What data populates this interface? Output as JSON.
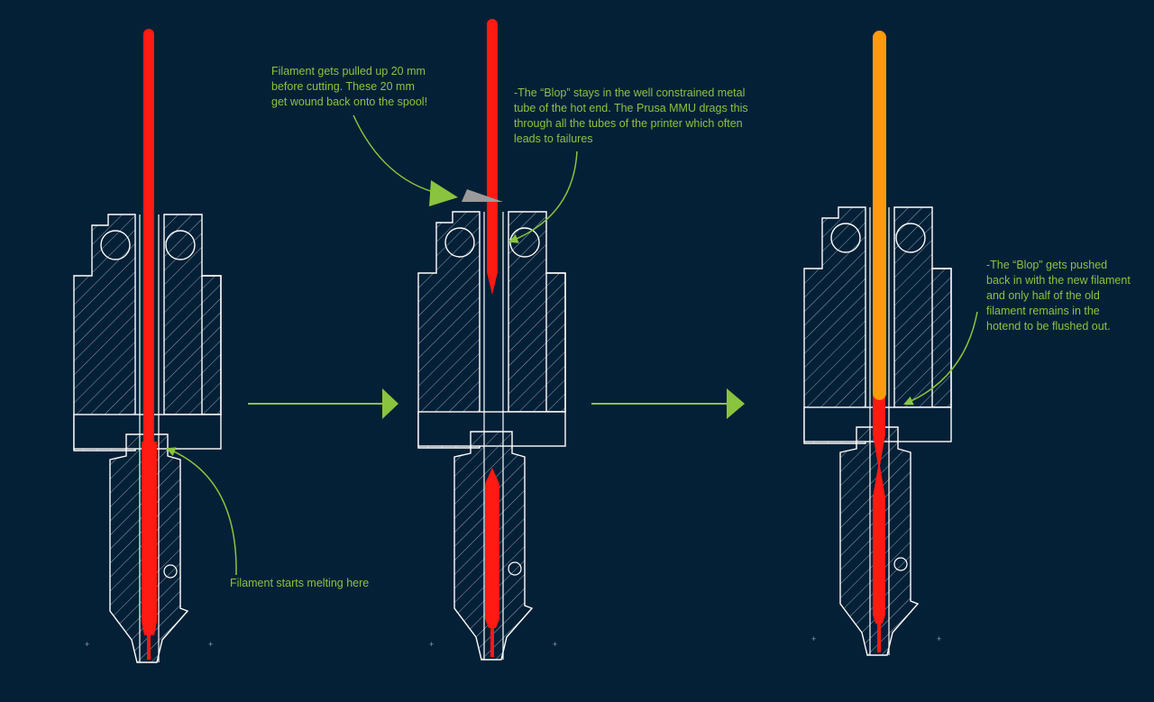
{
  "annotations": {
    "filament_pulled_up": "Filament gets pulled up 20 mm\nbefore cutting. These 20 mm\nget wound back onto the spool!",
    "blop_stays": "-The “Blop” stays in the well constrained metal\ntube of the hot end. The Prusa MMU drags this\nthrough all the tubes of the printer which often\nleads to failures",
    "filament_starts_melting": "Filament starts melting here",
    "blop_pushed_back": "-The “Blop” gets pushed\nback in with the new filament\nand only half of the old\nfilament remains in the\nhotend to be flushed out."
  },
  "colors": {
    "background": "#042036",
    "outline": "#ffffff",
    "annotation": "#8ac43f",
    "old_filament": "#ff1a12",
    "new_filament": "#ff9a0c",
    "cutter": "#9b9b9b"
  }
}
